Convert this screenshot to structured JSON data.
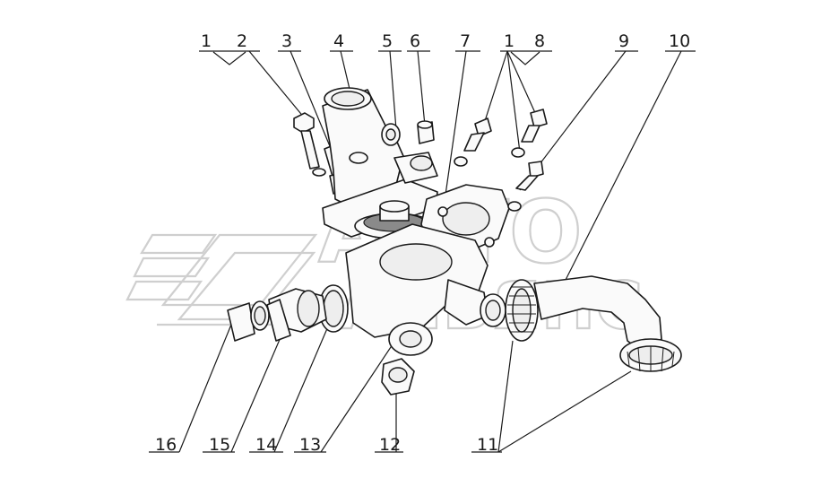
{
  "watermark": {
    "line1": "АВТО",
    "line2": "АЛЬЯНС"
  },
  "callouts": {
    "c1a": "1",
    "c2": "2",
    "c3": "3",
    "c4": "4",
    "c5": "5",
    "c6": "6",
    "c7": "7",
    "c1b": "1",
    "c8": "8",
    "c9": "9",
    "c10": "10",
    "c16": "16",
    "c15": "15",
    "c14": "14",
    "c13": "13",
    "c12": "12",
    "c11": "11"
  },
  "colors": {
    "line": "#1a1a1a",
    "watermark": "#cfcfcf",
    "background": "#ffffff"
  }
}
